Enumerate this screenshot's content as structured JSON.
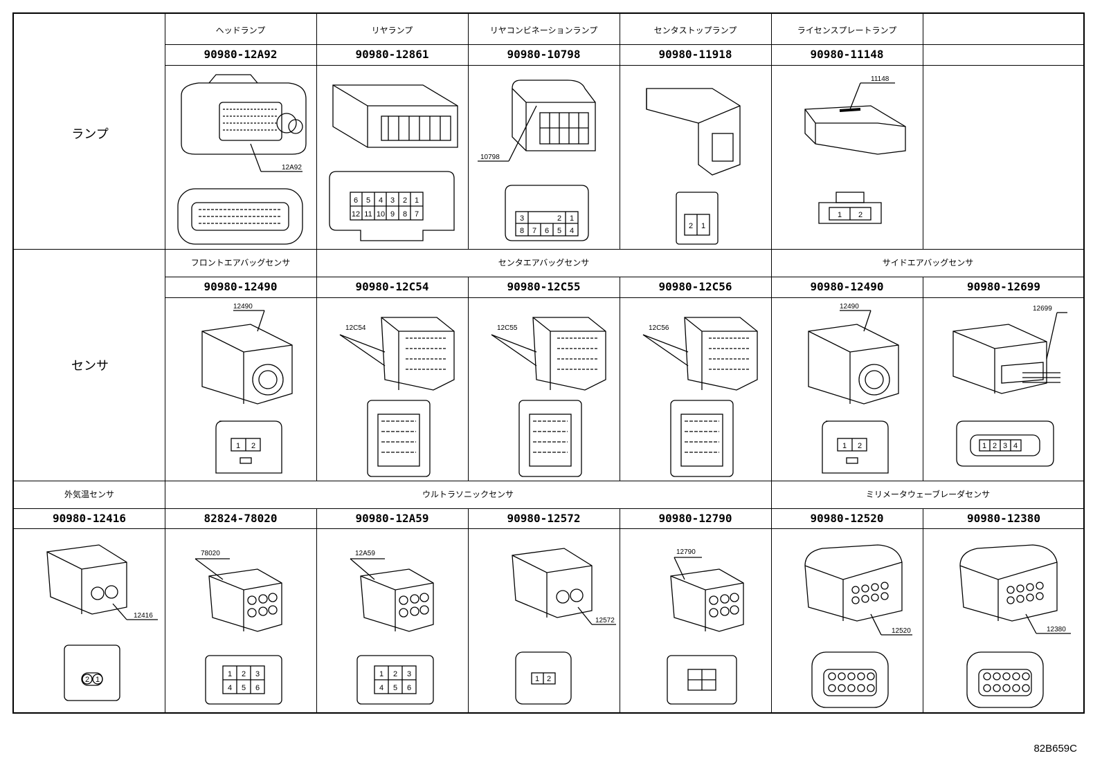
{
  "figure_id": "82B659C",
  "categories": {
    "lamp": "ランプ",
    "sensor": "センサ"
  },
  "rows": [
    {
      "headers": [
        "ヘッドランプ",
        "リヤランプ",
        "リヤコンビネーションランプ",
        "センタストップランプ",
        "ライセンスプレートランプ",
        ""
      ],
      "parts": [
        "90980-12A92",
        "90980-12861",
        "90980-10798",
        "90980-11918",
        "90980-11148",
        ""
      ],
      "callouts": [
        "12A92",
        "",
        "10798",
        "",
        "11148",
        ""
      ]
    },
    {
      "headers": [
        "フロントエアバッグセンサ",
        "センタエアバッグセンサ",
        "サイドエアバッグセンサ"
      ],
      "parts": [
        "90980-12490",
        "90980-12C54",
        "90980-12C55",
        "90980-12C56",
        "90980-12490",
        "90980-12699"
      ],
      "callouts": [
        "12490",
        "12C54",
        "12C55",
        "12C56",
        "12490",
        "12699"
      ]
    },
    {
      "headers": [
        "外気温センサ",
        "ウルトラソニックセンサ",
        "ミリメータウェーブレーダセンサ"
      ],
      "parts": [
        "90980-12416",
        "82824-78020",
        "90980-12A59",
        "90980-12572",
        "90980-12790",
        "90980-12520",
        "90980-12380"
      ],
      "callouts": [
        "12416",
        "78020",
        "12A59",
        "12572",
        "12790",
        "12520",
        "12380"
      ]
    }
  ],
  "pin_labels": {
    "rear_lamp_top": [
      "6",
      "5",
      "4",
      "3",
      "2",
      "1"
    ],
    "rear_lamp_bottom": [
      "12",
      "11",
      "10",
      "9",
      "8",
      "7"
    ],
    "rear_combi_top": [
      "3",
      "2",
      "1"
    ],
    "rear_combi_bottom": [
      "8",
      "7",
      "6",
      "5",
      "4"
    ],
    "two_pin": [
      "1",
      "2"
    ],
    "two_pin_rev": [
      "2",
      "1"
    ],
    "four_pin": [
      "1",
      "2",
      "3",
      "4"
    ],
    "six_top": [
      "1",
      "2",
      "3"
    ],
    "six_bottom": [
      "4",
      "5",
      "6"
    ]
  }
}
